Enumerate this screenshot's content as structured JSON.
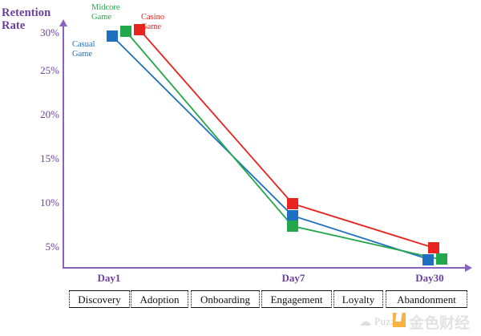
{
  "chart_data": {
    "type": "line",
    "title": "Retention Rate",
    "xlabel": "",
    "ylabel": "Retention Rate",
    "categories": [
      "Day1",
      "Day7",
      "Day30"
    ],
    "ylim": [
      0,
      32
    ],
    "ytick_labels": [
      "30%",
      "25%",
      "20%",
      "15%",
      "10%",
      "5%"
    ],
    "ytick_values": [
      30,
      25,
      20,
      15,
      10,
      5
    ],
    "grid": false,
    "legend_position": "inline-annotations",
    "series": [
      {
        "name": "Casual Game",
        "color": "#1f6fc0",
        "values": [
          29.5,
          8.7,
          4.2
        ],
        "label_text": "Casual\nGame"
      },
      {
        "name": "Midcore Game",
        "color": "#22a84a",
        "values": [
          30.3,
          7.5,
          4.2
        ],
        "label_text": "Midcore\nGame"
      },
      {
        "name": "Casino Game",
        "color": "#e8241f",
        "values": [
          30.6,
          10.0,
          5.4
        ],
        "label_text": "Casino\nGame"
      }
    ],
    "stage_boxes": [
      "Discovery",
      "Adoption",
      "Onboarding",
      "Engagement",
      "Loyalty",
      "Abandonment"
    ],
    "axis_color": "#8a63c0",
    "tick_label_color": "#6b3fa0"
  },
  "watermark": {
    "latin_text": "Puzzle",
    "chinese_text": "金色财经"
  }
}
